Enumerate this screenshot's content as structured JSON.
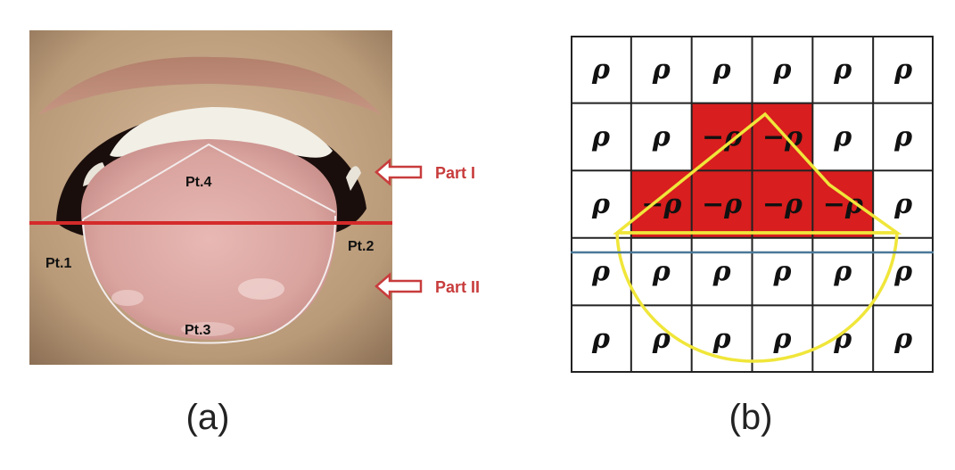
{
  "panel_a": {
    "caption": "(a)",
    "points": [
      "Pt.1",
      "Pt.2",
      "Pt.3",
      "Pt.4"
    ],
    "parts": [
      "Part I",
      "Part II"
    ],
    "colors": {
      "split_line": "#d42a2a",
      "arrow": "#c83c3c",
      "outline": "#f3ecec"
    }
  },
  "panel_b": {
    "caption": "(b)",
    "rows": 5,
    "cols": 6,
    "cells": [
      [
        "ρ",
        "ρ",
        "ρ",
        "ρ",
        "ρ",
        "ρ"
      ],
      [
        "ρ",
        "ρ",
        "−ρ",
        "−ρ",
        "ρ",
        "ρ"
      ],
      [
        "ρ",
        "−ρ",
        "−ρ",
        "−ρ",
        "−ρ",
        "ρ"
      ],
      [
        "ρ",
        "ρ",
        "ρ",
        "ρ",
        "ρ",
        "ρ"
      ],
      [
        "ρ",
        "ρ",
        "ρ",
        "ρ",
        "ρ",
        "ρ"
      ]
    ],
    "colors": {
      "highlight": "#d81e1e",
      "curve": "#f0e63a",
      "separator": "#4a7898",
      "grid": "#222222"
    }
  }
}
